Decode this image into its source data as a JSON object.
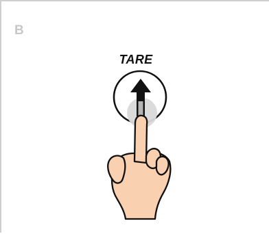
{
  "panel": {
    "letter": "B"
  },
  "button": {
    "label": "TARE",
    "icon": "arrow-up-icon"
  },
  "hand": {
    "icon": "pointing-hand-icon",
    "action": "press"
  },
  "colors": {
    "border": "#cfcfcf",
    "panel_letter": "#c8c8c8",
    "ink": "#111111",
    "skin": "#f9d0b0",
    "press_highlight": "#d9d9d9"
  }
}
